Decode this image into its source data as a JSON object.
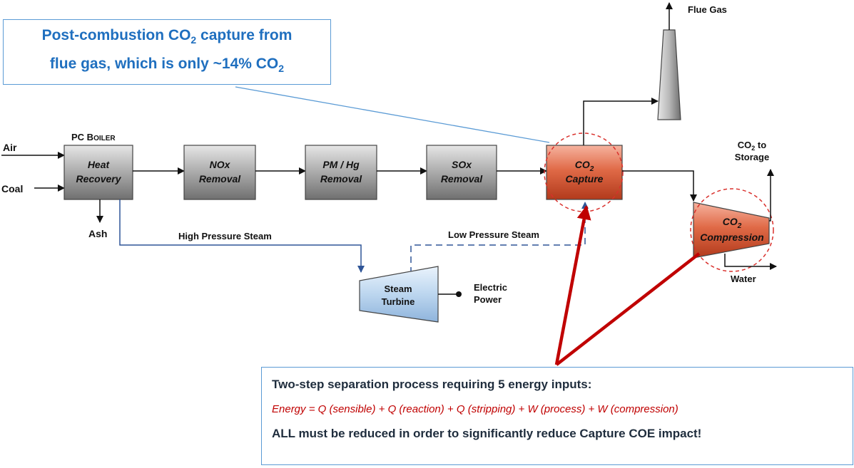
{
  "callout_top": {
    "line1_pre": "Post-combustion CO",
    "line1_sub": "2",
    "line1_post": " capture from",
    "line2_pre": "flue gas, which is only ~14% CO",
    "line2_sub": "2"
  },
  "inputs": {
    "air": "Air",
    "coal": "Coal"
  },
  "boiler": {
    "title_big": "PC B",
    "title_small": "OILER",
    "line1": "Heat",
    "line2": "Recovery"
  },
  "ash": "Ash",
  "nox": {
    "line1": "NOx",
    "line2": "Removal"
  },
  "pm": {
    "line1": "PM / Hg",
    "line2": "Removal"
  },
  "sox": {
    "line1": "SOx",
    "line2": "Removal"
  },
  "capture": {
    "co": "CO",
    "sub": "2",
    "line2": "Capture"
  },
  "compression": {
    "co": "CO",
    "sub": "2",
    "line2": "Compression"
  },
  "flue_gas": "Flue Gas",
  "storage": {
    "co": "CO",
    "sub": "2",
    "post": " to",
    "line2": "Storage"
  },
  "water": "Water",
  "hp_steam": "High Pressure Steam",
  "lp_steam": "Low Pressure Steam",
  "turbine": {
    "line1": "Steam",
    "line2": "Turbine"
  },
  "electric": {
    "line1": "Electric",
    "line2": "Power"
  },
  "callout_bottom": {
    "title": "Two-step separation process requiring 5 energy inputs:",
    "equation": "Energy = Q (sensible) + Q (reaction) + Q (stripping) + W (process) + W (compression)",
    "footer": "ALL must be reduced in order to significantly reduce Capture COE impact!"
  },
  "colors": {
    "gray_box": "#9a9a9a",
    "red_box": "#d9543a",
    "blue_turbine": "#b7d3ee",
    "red_arrow": "#c00000",
    "blue_line": "#2f5597"
  }
}
